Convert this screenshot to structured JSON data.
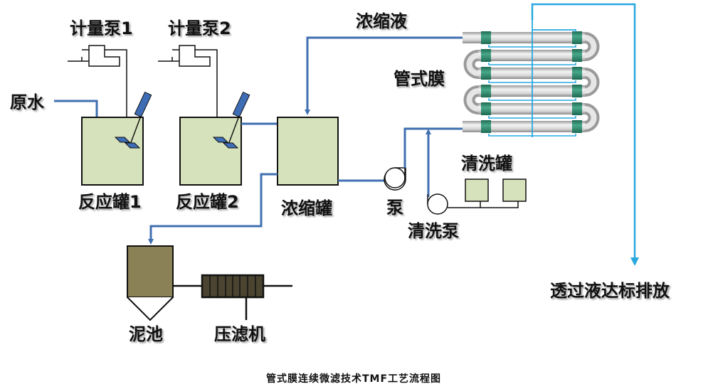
{
  "labels": {
    "dosing_pump_1": "计量泵1",
    "dosing_pump_2": "计量泵2",
    "raw_water": "原水",
    "reactor_1": "反应罐1",
    "reactor_2": "反应罐2",
    "concentrate_tank": "浓缩罐",
    "concentrate": "浓缩液",
    "tubular_membrane": "管式膜",
    "pump": "泵",
    "cleaning_tank": "清洗罐",
    "cleaning_pump": "清洗泵",
    "sludge_tank": "泥池",
    "filter_press": "压滤机",
    "permeate_discharge": "透过液达标排放"
  },
  "caption": "管式膜连续微滤技术TMF工艺流程图",
  "colors": {
    "main_pipe": "#3f6fb0",
    "permeate_pipe": "#29a8e0",
    "tank_fill": "#d6e2bc",
    "sludge_fill": "#8a8156",
    "press_fill": "#4a4430",
    "membrane_band": "#2e8b6e",
    "mixer_blue": "#3e6db5"
  }
}
